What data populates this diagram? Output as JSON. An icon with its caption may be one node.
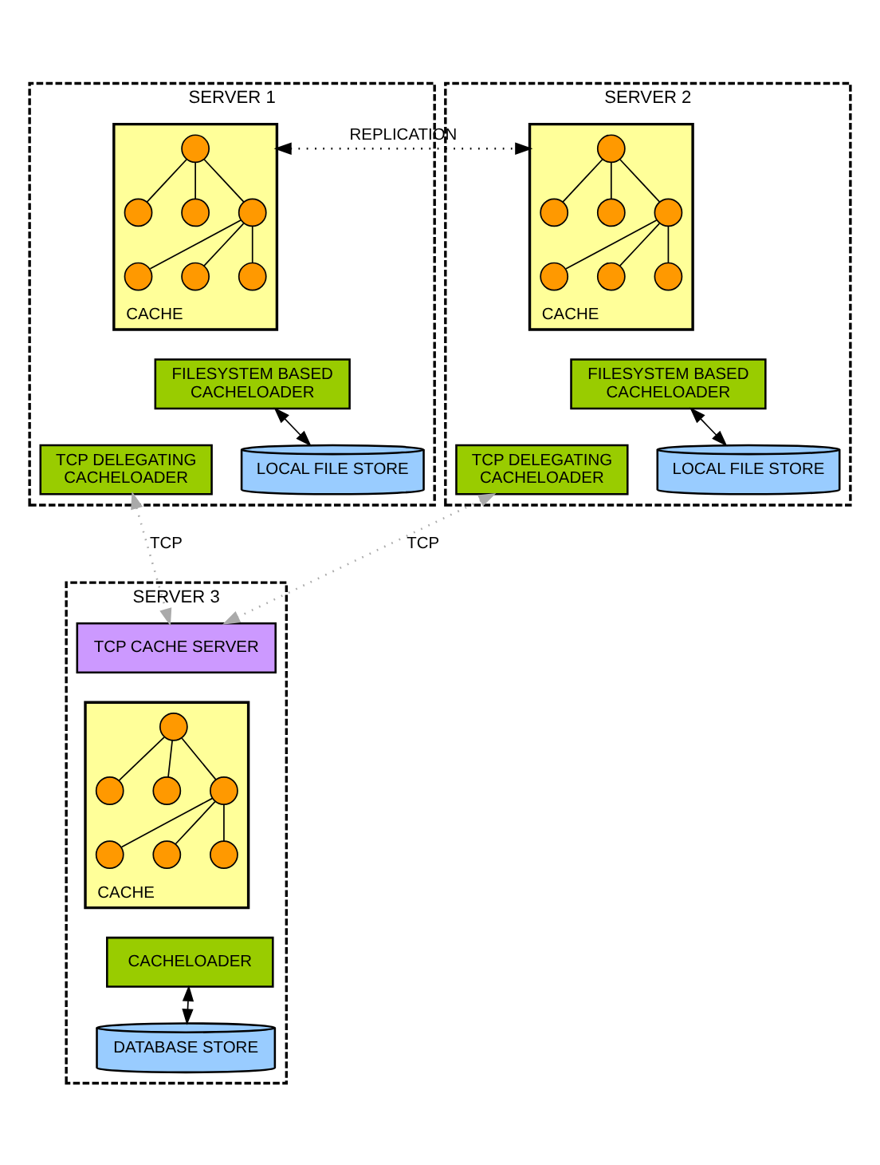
{
  "diagram": {
    "nodes": [
      {
        "text": [
          "SERVER 1"
        ]
      },
      {
        "text": [
          "CACHE"
        ],
        "in": 0
      },
      {
        "text": [],
        "shape": "circle",
        "in": 1
      },
      {
        "text": [],
        "shape": "circle",
        "in": 1
      },
      {
        "text": [],
        "shape": "circle",
        "in": 1
      },
      {
        "text": [],
        "shape": "circle",
        "in": 1
      },
      {
        "text": [],
        "shape": "circle",
        "in": 1
      },
      {
        "text": [],
        "shape": "circle",
        "in": 1
      },
      {
        "text": [],
        "shape": "circle",
        "in": 1
      },
      {
        "text": [
          "FILESYSTEM BASED CACHELOADER"
        ],
        "in": 0
      },
      {
        "text": [
          "TCP DELEGATING CACHELOADER"
        ],
        "in": 0
      },
      {
        "text": [
          "LOCAL FILE STORE"
        ],
        "in": 0
      },
      {
        "text": [
          "SERVER 2"
        ]
      },
      {
        "text": [
          "CACHE"
        ],
        "in": 12
      },
      {
        "text": [],
        "shape": "circle",
        "in": 13
      },
      {
        "text": [],
        "shape": "circle",
        "in": 13
      },
      {
        "text": [],
        "shape": "circle",
        "in": 13
      },
      {
        "text": [],
        "shape": "circle",
        "in": 13
      },
      {
        "text": [],
        "shape": "circle",
        "in": 13
      },
      {
        "text": [],
        "shape": "circle",
        "in": 13
      },
      {
        "text": [],
        "shape": "circle",
        "in": 13
      },
      {
        "text": [
          "FILESYSTEM BASED CACHELOADER"
        ],
        "in": 12
      },
      {
        "text": [
          "TCP DELEGATING CACHELOADER"
        ],
        "in": 12
      },
      {
        "text": [
          "LOCAL FILE STORE"
        ],
        "in": 12
      },
      {
        "text": [
          "SERVER 3"
        ]
      },
      {
        "text": [
          "TCP CACHE SERVER"
        ],
        "in": 24
      },
      {
        "text": [
          "CACHE"
        ],
        "in": 24
      },
      {
        "text": [],
        "shape": "circle",
        "in": 26
      },
      {
        "text": [],
        "shape": "circle",
        "in": 26
      },
      {
        "text": [],
        "shape": "circle",
        "in": 26
      },
      {
        "text": [],
        "shape": "circle",
        "in": 26
      },
      {
        "text": [],
        "shape": "circle",
        "in": 26
      },
      {
        "text": [],
        "shape": "circle",
        "in": 26
      },
      {
        "text": [],
        "shape": "circle",
        "in": 26
      },
      {
        "text": [
          "CACHELOADER"
        ],
        "in": 24
      },
      {
        "text": [
          "DATABASE STORE"
        ],
        "in": 24
      }
    ],
    "edges": [
      {
        "from": 2,
        "to": 3,
        "arrow": "none"
      },
      {
        "from": 2,
        "to": 4,
        "arrow": "none"
      },
      {
        "from": 2,
        "to": 5,
        "arrow": "none"
      },
      {
        "from": 5,
        "to": 6,
        "arrow": "none"
      },
      {
        "from": 5,
        "to": 7,
        "arrow": "none"
      },
      {
        "from": 5,
        "to": 8,
        "arrow": "none"
      },
      {
        "from": 14,
        "to": 15,
        "arrow": "none"
      },
      {
        "from": 14,
        "to": 16,
        "arrow": "none"
      },
      {
        "from": 14,
        "to": 17,
        "arrow": "none"
      },
      {
        "from": 17,
        "to": 18,
        "arrow": "none"
      },
      {
        "from": 17,
        "to": 19,
        "arrow": "none"
      },
      {
        "from": 17,
        "to": 20,
        "arrow": "none"
      },
      {
        "from": 27,
        "to": 28,
        "arrow": "none"
      },
      {
        "from": 27,
        "to": 29,
        "arrow": "none"
      },
      {
        "from": 27,
        "to": 30,
        "arrow": "none"
      },
      {
        "from": 30,
        "to": 31,
        "arrow": "none"
      },
      {
        "from": 30,
        "to": 32,
        "arrow": "none"
      },
      {
        "from": 30,
        "to": 33,
        "arrow": "none"
      },
      {
        "from": 1,
        "to": 13,
        "arrow": "both",
        "label": "REPLICATION",
        "style": "dashed"
      },
      {
        "from": 9,
        "to": 11,
        "arrow": "both"
      },
      {
        "from": 21,
        "to": 23,
        "arrow": "both"
      },
      {
        "from": 10,
        "to": 25,
        "arrow": "both",
        "label": "TCP",
        "style": "dashed",
        "color": "#aaaaaa"
      },
      {
        "from": 22,
        "to": 25,
        "arrow": "both",
        "label": "TCP",
        "style": "dashed",
        "color": "#aaaaaa"
      },
      {
        "from": 34,
        "to": 35,
        "arrow": "both"
      }
    ]
  }
}
